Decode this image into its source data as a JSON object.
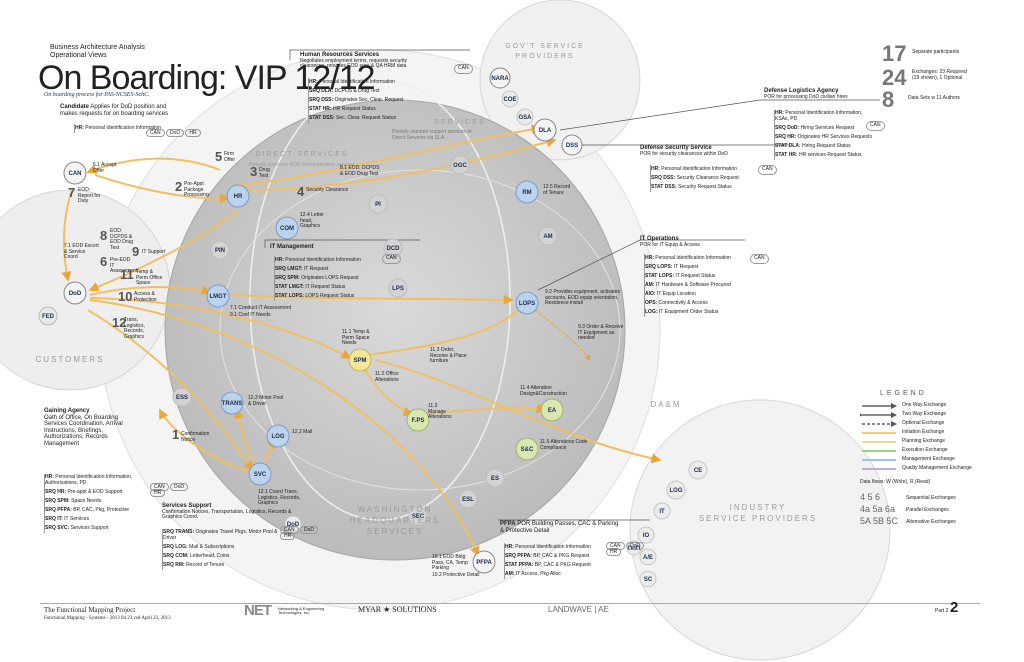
{
  "header": {
    "subtitle1": "Business Architecture Analysis",
    "subtitle2": "Operational Views",
    "title": "On Boarding: VIP 12/12",
    "tagline": "On boarding process for PAS-NCSES-SchC."
  },
  "stats": [
    {
      "num": "17",
      "text": "Separate participants"
    },
    {
      "num": "24",
      "text": "Exchanges: 23 Required (19 shown), 1 Optional"
    },
    {
      "num": "8",
      "text": "Data Sets w 11 Authors"
    }
  ],
  "regions": {
    "customers": "CUSTOMERS",
    "direct_services": "DIRECT SERVICES",
    "direct_services_sub": "Provide customer POR of independent services",
    "services_top": "SERVICES",
    "washington_hq": [
      "WASHINGTON",
      "HEADQUARTERS",
      "SERVICES"
    ],
    "govt_providers": [
      "GOV'T SERVICE",
      "PROVIDERS"
    ],
    "industry_providers": [
      "INDUSTRY",
      "SERVICE PROVIDERS"
    ],
    "dam": "DA&M"
  },
  "nodes": {
    "can": "CAN",
    "dod": "DoD",
    "fed": "FED",
    "hr": "HR",
    "com": "COM",
    "lmgt": "LMGT",
    "spm": "SPM",
    "fps": "F.PS",
    "trans": "TRANS",
    "log": "LOG",
    "svc": "SVC",
    "pfpa": "PFPA",
    "lops": "LOPS",
    "rm": "RM",
    "ea": "EA",
    "sc": "S&C",
    "dla": "DLA",
    "dss": "DSS",
    "nara": "NARA",
    "coe": "COE",
    "gsa": "GSA",
    "ogc": "OGC",
    "pi": "PI",
    "dcd": "DCD",
    "lps": "LPS",
    "am": "AM",
    "pin": "PIN",
    "ess": "ESS",
    "es": "ES",
    "esl": "ESL",
    "sec": "SEC",
    "ce": "CE",
    "log2": "LOG",
    "it": "IT",
    "ae": "A/E",
    "io": "IO",
    "sc2": "SC",
    "dod2": "DoD",
    "dod3": "DoD"
  },
  "steps": [
    {
      "num": "1",
      "text": "Confirmation Notice"
    },
    {
      "num": "2",
      "text": "Pre-Appt Package Processing"
    },
    {
      "num": "3",
      "text": "Drug Test"
    },
    {
      "num": "4",
      "text": "Security Clearance"
    },
    {
      "num": "5",
      "text": "Firm Offer"
    },
    {
      "num": "6",
      "text": "Pre-EOD IT Assessment"
    },
    {
      "num": "7",
      "text": "EOD: Report for Duty"
    },
    {
      "num": "8",
      "text": "EOD: DCPDS & EOD Drug Test"
    },
    {
      "num": "9",
      "text": "IT Support"
    },
    {
      "num": "10",
      "text": "Access & Protection"
    },
    {
      "num": "11",
      "text": "Temp & Perm Office Space"
    },
    {
      "num": "12",
      "text": "Trans, Logistics, Records, Graphics"
    }
  ],
  "labels": {
    "l51": "5.1 Accept Offer",
    "l71": "7.1 EOD Escort & Service Coord",
    "l81": "8.1 EOD: DCPDS & EOD Drug Test",
    "l124": "12.4 Letter head, Graphics",
    "l71b": "7.1 Conduct IT Assessment",
    "l91": "9.1 Conf IT Needs",
    "l92": "9.2 Provides equipment, activates accounts, EOD equip orientation, Residence install",
    "l93": "9.3 Order & Receive IT Equipment as needed",
    "l111": "11.1 Temp & Perm Space Needs",
    "l112": "11.2 Office Alterations",
    "l113": "11.3 Manage Alterations",
    "l113b": "11.3 Order, Receive & Place furniture",
    "l114": "11.4 Alteration Design&Construction",
    "l115": "11.5 Alterations Code Compliance",
    "l125": "12.5 Record of Tenure",
    "l123": "12.3 Motor Pool & Driver",
    "l122": "12.2 Mail",
    "l121": "12.1 Coord Trans, Logistics, Records, Graphics",
    "l101": "10.1 EOD Bldg Pass, CA, Temp Parking",
    "l102": "10.2 Protective Detail",
    "stat_note": "Provide planned support services to Direct Services via SLA"
  },
  "panels": {
    "hrs": {
      "title": "Human Resources Services",
      "desc": "Negotiates employment terms, requests security clearances, provides EOD svcs & QA HRM data",
      "tag": "CAN",
      "rows": [
        {
          "code": "HR:",
          "text": "Personal Identification Information"
        },
        {
          "code": "SRQ DLA:",
          "text": "DCPDS & Drug Test"
        },
        {
          "code": "SRQ DSS:",
          "text": "Originates Sec. Clear. Request"
        },
        {
          "code": "STAT HR:",
          "text": "HR Request Status"
        },
        {
          "code": "STAT DSS:",
          "text": "Sec. Clear. Request Status"
        }
      ]
    },
    "candidate": {
      "title": "Candidate",
      "desc": "Applies for DoD position and makes requests for on boarding services",
      "tags": [
        "CAN",
        "DoD",
        "HR"
      ],
      "rows": [
        {
          "code": "HR:",
          "text": "Personal Identification Information"
        }
      ]
    },
    "dla": {
      "title": "Defense Logistics Agency",
      "desc": "POR for processing DoD civilian hires",
      "tag": "CAN",
      "rows": [
        {
          "code": "HR:",
          "text": "Personal Identification Information, KSAs, PD"
        },
        {
          "code": "SRQ DoD:",
          "text": "Hiring Services Request"
        },
        {
          "code": "SRQ HR:",
          "text": "Originates HR Services Requests"
        },
        {
          "code": "STAT DLA:",
          "text": "Hiring Request Status"
        },
        {
          "code": "STAT HR:",
          "text": "HR services Request Status"
        }
      ]
    },
    "dss": {
      "title": "Defense Security Service",
      "desc": "POR for security clearances within DoD",
      "tag": "CAN",
      "rows": [
        {
          "code": "HR:",
          "text": "Personal Identification Information"
        },
        {
          "code": "SRQ DSS:",
          "text": "Security Clearance Request"
        },
        {
          "code": "STAT DSS:",
          "text": "Security Request Status"
        }
      ]
    },
    "itm": {
      "title": "IT Management",
      "tag": "CAN",
      "rows": [
        {
          "code": "HR:",
          "text": "Personal Identification Information"
        },
        {
          "code": "SRQ LMGT:",
          "text": "IT Request"
        },
        {
          "code": "SRQ SPM:",
          "text": "Originates LOPS Request"
        },
        {
          "code": "STAT LMGT:",
          "text": "IT Request Status"
        },
        {
          "code": "STAT LOPS:",
          "text": "LOPS Request Status"
        }
      ]
    },
    "ito": {
      "title": "IT Operations",
      "desc": "POR for IT Equip & Access",
      "tag": "CAN",
      "rows": [
        {
          "code": "HR:",
          "text": "Personal Identification Information"
        },
        {
          "code": "SRQ LOPS:",
          "text": "IT Request"
        },
        {
          "code": "STAT LOPS:",
          "text": "IT Request Status"
        },
        {
          "code": "AM:",
          "text": "IT Hardware & Software Procured"
        },
        {
          "code": "AIO:",
          "text": "IT Equip Location"
        },
        {
          "code": "OPS:",
          "text": "Connectivity & Access"
        },
        {
          "code": "LOG:",
          "text": "IT Equipment Order Status"
        }
      ]
    },
    "gaining": {
      "title": "Gaining Agency",
      "desc": [
        "Oath of Office, On Boarding",
        "Services Coordination, Arrival",
        "Instructions, Briefings,",
        "Authorizations, Records",
        "Management"
      ]
    },
    "gaining_rows": {
      "tags": [
        "CAN",
        "DoD",
        "HR"
      ],
      "rows": [
        {
          "code": "HR:",
          "text": "Personal Identification Information, Authorizations, PD"
        },
        {
          "code": "SRQ HR:",
          "text": "Pre-appt & EOD Support"
        },
        {
          "code": "SRQ SPM:",
          "text": "Space Needs"
        },
        {
          "code": "SRQ PFPA:",
          "text": "BP, CAC, Pkg, Protective"
        },
        {
          "code": "SRQ IT:",
          "text": "IT Services"
        },
        {
          "code": "SRQ SVC:",
          "text": "Services Support"
        }
      ]
    },
    "svcs": {
      "title": "Services Support",
      "desc": "Confirmation Notices, Transportation, Logistics, Records & Graphics Coord.",
      "tags": [
        "CAN",
        "DoD",
        "HR"
      ],
      "rows": [
        {
          "code": "SRQ TRANS:",
          "text": "Originates Travel Pkgs, Motor Pool & Driver"
        },
        {
          "code": "SRQ LOG:",
          "text": "Mail & Subscriptions"
        },
        {
          "code": "SRQ COM:",
          "text": "Letterhead, Coins"
        },
        {
          "code": "SRQ RM:",
          "text": "Record of Tenure"
        }
      ]
    },
    "pfpa": {
      "title": "PFPA",
      "desc": "POR Building Passes, CAC & Parking & Protective Detail",
      "tags": [
        "CAN",
        "DoD",
        "HR"
      ],
      "rows": [
        {
          "code": "HR:",
          "text": "Personal Identification Information"
        },
        {
          "code": "SRQ PFPA:",
          "text": "BP, CAC & PKG Request"
        },
        {
          "code": "STAT PFPA:",
          "text": "BP, CAC & PKG Request"
        },
        {
          "code": "AM:",
          "text": "IT Access, Pkg Alloc"
        }
      ]
    }
  },
  "legend": {
    "title": "LEGEND",
    "items": [
      {
        "label": "One Way Exchange",
        "color": "#444444",
        "style": "solid-arrow"
      },
      {
        "label": "Two Way Exchange",
        "color": "#444444",
        "style": "double-arrow"
      },
      {
        "label": "Optional Exchange",
        "color": "#444444",
        "style": "dashed"
      },
      {
        "label": "Initiation Exchange",
        "color": "#f2c87a",
        "style": "line"
      },
      {
        "label": "Planning Exchange",
        "color": "#e9d98a",
        "style": "line"
      },
      {
        "label": "Execution Exchange",
        "color": "#9fcf7f",
        "style": "line"
      },
      {
        "label": "Management Exchange",
        "color": "#9ec3e6",
        "style": "line"
      },
      {
        "label": "Quality Management Exchange",
        "color": "#c9a8e0",
        "style": "line"
      }
    ],
    "data_flows": "Data flows: W (Write), R (Read)",
    "seq_label": "Sequential Exchanges",
    "seq_sym": "4 5 6",
    "par_label": "Parallel Exchanges",
    "par_sym": "4a 5a 6a",
    "alt_label": "Alternative Exchanges",
    "alt_sym": "5A 5B 5C"
  },
  "footer": {
    "project": "The Functional Mapping Project",
    "meta": "Functional Mapping - Systems - 2013 04 23.vsd   April 23, 2013",
    "logo_net": "NET",
    "logo_net_text": "Networking & Engineering Technologies, Inc.",
    "logo_myar": "MYAR",
    "logo_solutions": "SOLUTIONS",
    "logo_landwave": "LANDWAVE",
    "logo_ae": "AE",
    "part": "Part 2",
    "page": "2"
  },
  "colors": {
    "core": "#c9c9c9",
    "node": "#bcd3ee",
    "node_dark": "#9db8dd",
    "spm": "#f3e59a",
    "ea": "#d9e7b0",
    "arrow": "#f0bf62",
    "accent": "#1b2a4a"
  }
}
